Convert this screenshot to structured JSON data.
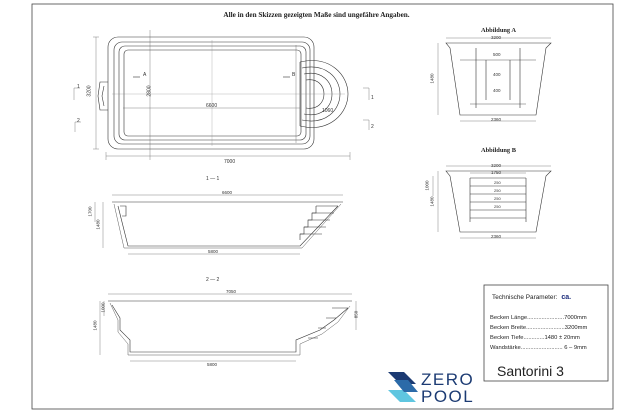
{
  "header": {
    "notice": "Alle in den Skizzen gezeigten Maße sind ungefähre Angaben."
  },
  "plan": {
    "length_dim": "7000",
    "inner_length_dim": "6600",
    "stair_dim": "1060",
    "width_dim": "3200",
    "inner_width_dim": "2800",
    "section_marks": [
      "1",
      "2",
      "1",
      "2"
    ],
    "stair_marks": [
      "A",
      "B"
    ]
  },
  "detail_a": {
    "title": "Abbildung A",
    "top_dim": "3200",
    "bottom_dim": "2360",
    "heights": [
      "500",
      "400",
      "400"
    ],
    "side_dim": "1480"
  },
  "detail_b": {
    "title": "Abbildung B",
    "top_dim": "3200",
    "mid_dim": "1750",
    "bottom_dim": "2360",
    "side_dims": [
      "1480",
      "1000"
    ],
    "steps": [
      "250",
      "250",
      "250",
      "250"
    ]
  },
  "section_1": {
    "label": "1 — 1",
    "top_dim": "6600",
    "bottom_dim": "5800",
    "side_dims": [
      "1480",
      "1700"
    ]
  },
  "section_2": {
    "label": "2 — 2",
    "top_dim": "7050",
    "bottom_dim": "5800",
    "side_dims": [
      "1480",
      "1000",
      "850"
    ]
  },
  "parameters": {
    "title": "Technische Parameter:",
    "unit_note": "ca.",
    "rows": [
      "Becken Länge.......................7000mm",
      "Becken Breite........................3200mm",
      "Becken Tiefe.............1480 ± 20mm",
      "Wandstärke.......................... 6 – 9mm"
    ]
  },
  "model_name": "Santorini 3",
  "brand": {
    "line1": "ZERO",
    "line2": "POOL"
  },
  "colors": {
    "line": "#333333",
    "dim": "#555555",
    "brand_dark": "#1c3b73",
    "brand_light": "#5fc6e0"
  },
  "icons": [
    "zeropool-logo"
  ]
}
